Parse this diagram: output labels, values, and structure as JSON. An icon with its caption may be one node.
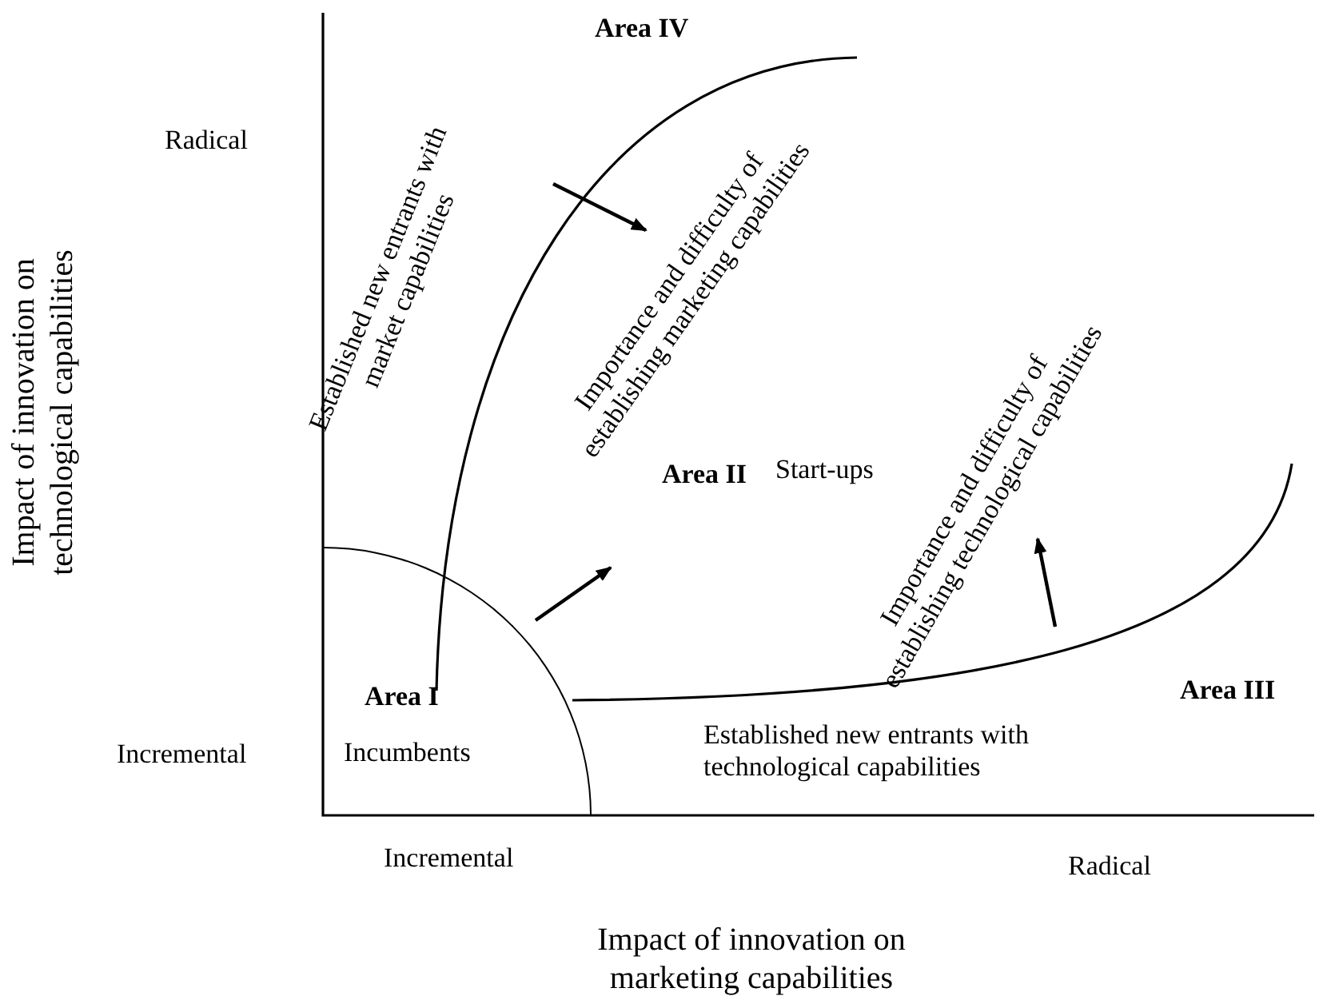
{
  "diagram": {
    "nodes": [
      {
        "text": [
          "Area I",
          "Incumbents"
        ]
      }
    ],
    "labels": [
      "Area IV",
      "Radical",
      "Established new entrants with market capabilities",
      "Importance and difficulty of establishing marketing capabilities",
      "Start-ups",
      "Impact of innovation on technological capabilities",
      "Area II",
      "Importance and difficulty of establishing technological capabilities",
      "Area III",
      "Incremental",
      "Established new entrants with technological capabilities",
      "Incremental",
      "Radical",
      "Impact of innovation on marketing capabilities"
    ]
  }
}
